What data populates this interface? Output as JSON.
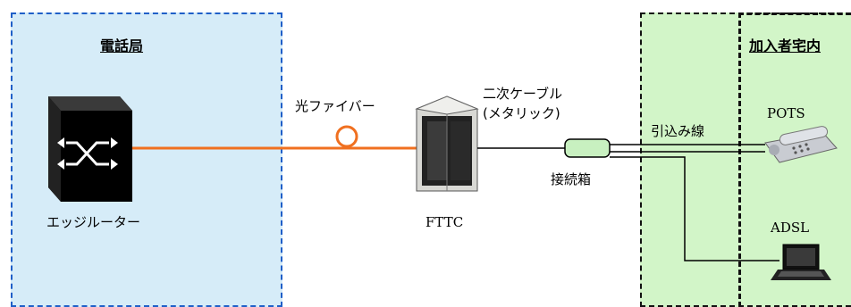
{
  "zones": {
    "office_title": "電話局",
    "premise_title": "加入者宅内"
  },
  "devices": {
    "router": "エッジルーター",
    "fttc": "FTTC",
    "pots": "POTS",
    "adsl": "ADSL"
  },
  "links": {
    "fiber": "光ファイバー",
    "secondary_cable": "二次ケーブル",
    "metallic": "(メタリック)",
    "junction_box": "接続箱",
    "drop_wire": "引込み線"
  },
  "colors": {
    "office_fill": "#d6ecf8",
    "office_border": "#1f5fc8",
    "field_fill": "#d2f5c8",
    "fiber": "#f07020",
    "box_fill": "#c8f0c0"
  },
  "icons": {
    "router": "router-icon",
    "cabinet": "cabinet-icon",
    "junction": "junction-box-icon",
    "phone": "phone-icon",
    "laptop": "laptop-icon"
  }
}
